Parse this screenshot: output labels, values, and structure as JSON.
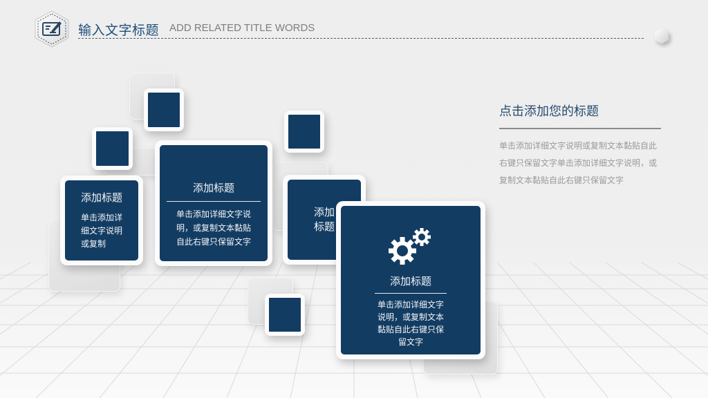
{
  "header": {
    "title_cn": "输入文字标题",
    "title_en": "ADD RELATED TITLE WORDS",
    "badge_icon": "edit-note-icon",
    "corner_icon": "hexagon-icon"
  },
  "colors": {
    "primary_navy": "#133c62",
    "title_blue": "#1f4e79",
    "background": "#eeeeee",
    "card_frame": "#fbfbfb",
    "muted_text": "#9a9a9a"
  },
  "cards": [
    {
      "id": "card-left",
      "title": "添加标题",
      "body": [
        "单击添加详",
        "细文字说明",
        "或复制"
      ]
    },
    {
      "id": "card-center",
      "title": "添加标题",
      "body": [
        "单击添加详细文字说",
        "明，或复制文本黏贴",
        "自此右键只保留文字"
      ]
    },
    {
      "id": "card-small",
      "title_lines": [
        "添加",
        "标题"
      ]
    },
    {
      "id": "card-featured",
      "icon": "gears-icon",
      "title": "添加标题",
      "body": [
        "单击添加详细文字",
        "说明，或复制文本",
        "黏贴自此右键只保",
        "留文字"
      ]
    }
  ],
  "right_panel": {
    "title": "点击添加您的标题",
    "body": "单击添加详细文字说明或复制文本黏贴自此右键只保留文字单击添加详细文字说明，或复制文本黏贴自此右键只保留文字"
  }
}
